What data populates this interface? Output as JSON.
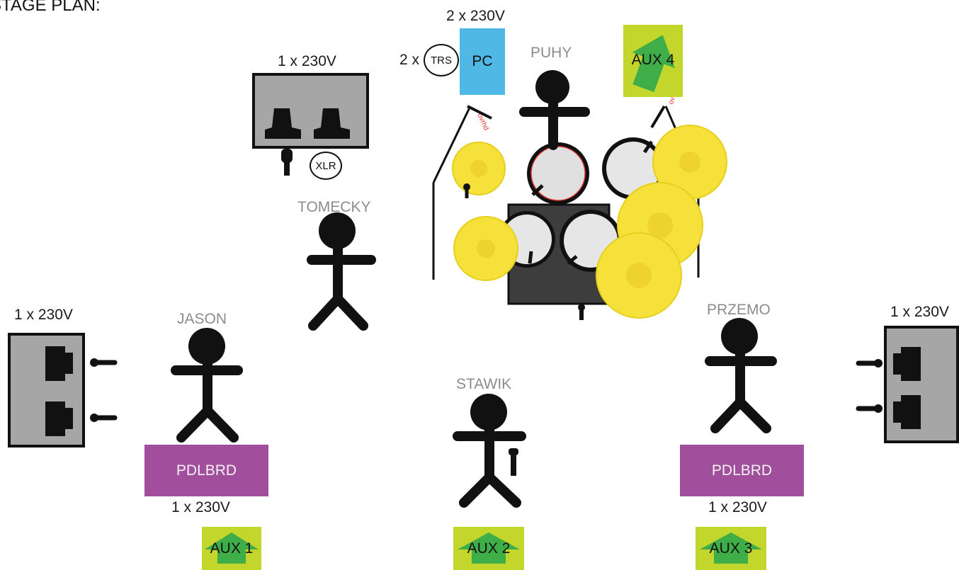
{
  "title": "STAGE PLAN:",
  "musicians": {
    "puhy": "PUHY",
    "tomecky": "TOMECKY",
    "jason": "JASON",
    "stawik": "STAWIK",
    "przemo": "PRZEMO"
  },
  "power": {
    "pc": "2 x 230V",
    "amp_top": "1 x 230V",
    "amp_left": "1 x 230V",
    "amp_right": "1 x 230V",
    "pedal_left": "1 x 230V",
    "pedal_right": "1 x 230V"
  },
  "devices": {
    "pc": "PC",
    "trs_count": "2 x",
    "trs": "TRS",
    "xlr": "XLR",
    "pedal_left": "PDLBRD",
    "pedal_right": "PDLBRD",
    "ovrhd_left": "ovrhd",
    "ovrhd_right": "ovrhd"
  },
  "monitors": {
    "aux1": "AUX 1",
    "aux2": "AUX 2",
    "aux3": "AUX 3",
    "aux4": "AUX 4"
  },
  "colors": {
    "amp": "#a6a6a6",
    "pedalboard": "#a14f9c",
    "pc": "#4fb8e4",
    "monitor": "#c2d62b",
    "monitor_arrow": "#3fae49",
    "cymbal": "#f5e13a",
    "drum_case": "#3d3d3d",
    "ovrhd_text": "#e53935"
  }
}
